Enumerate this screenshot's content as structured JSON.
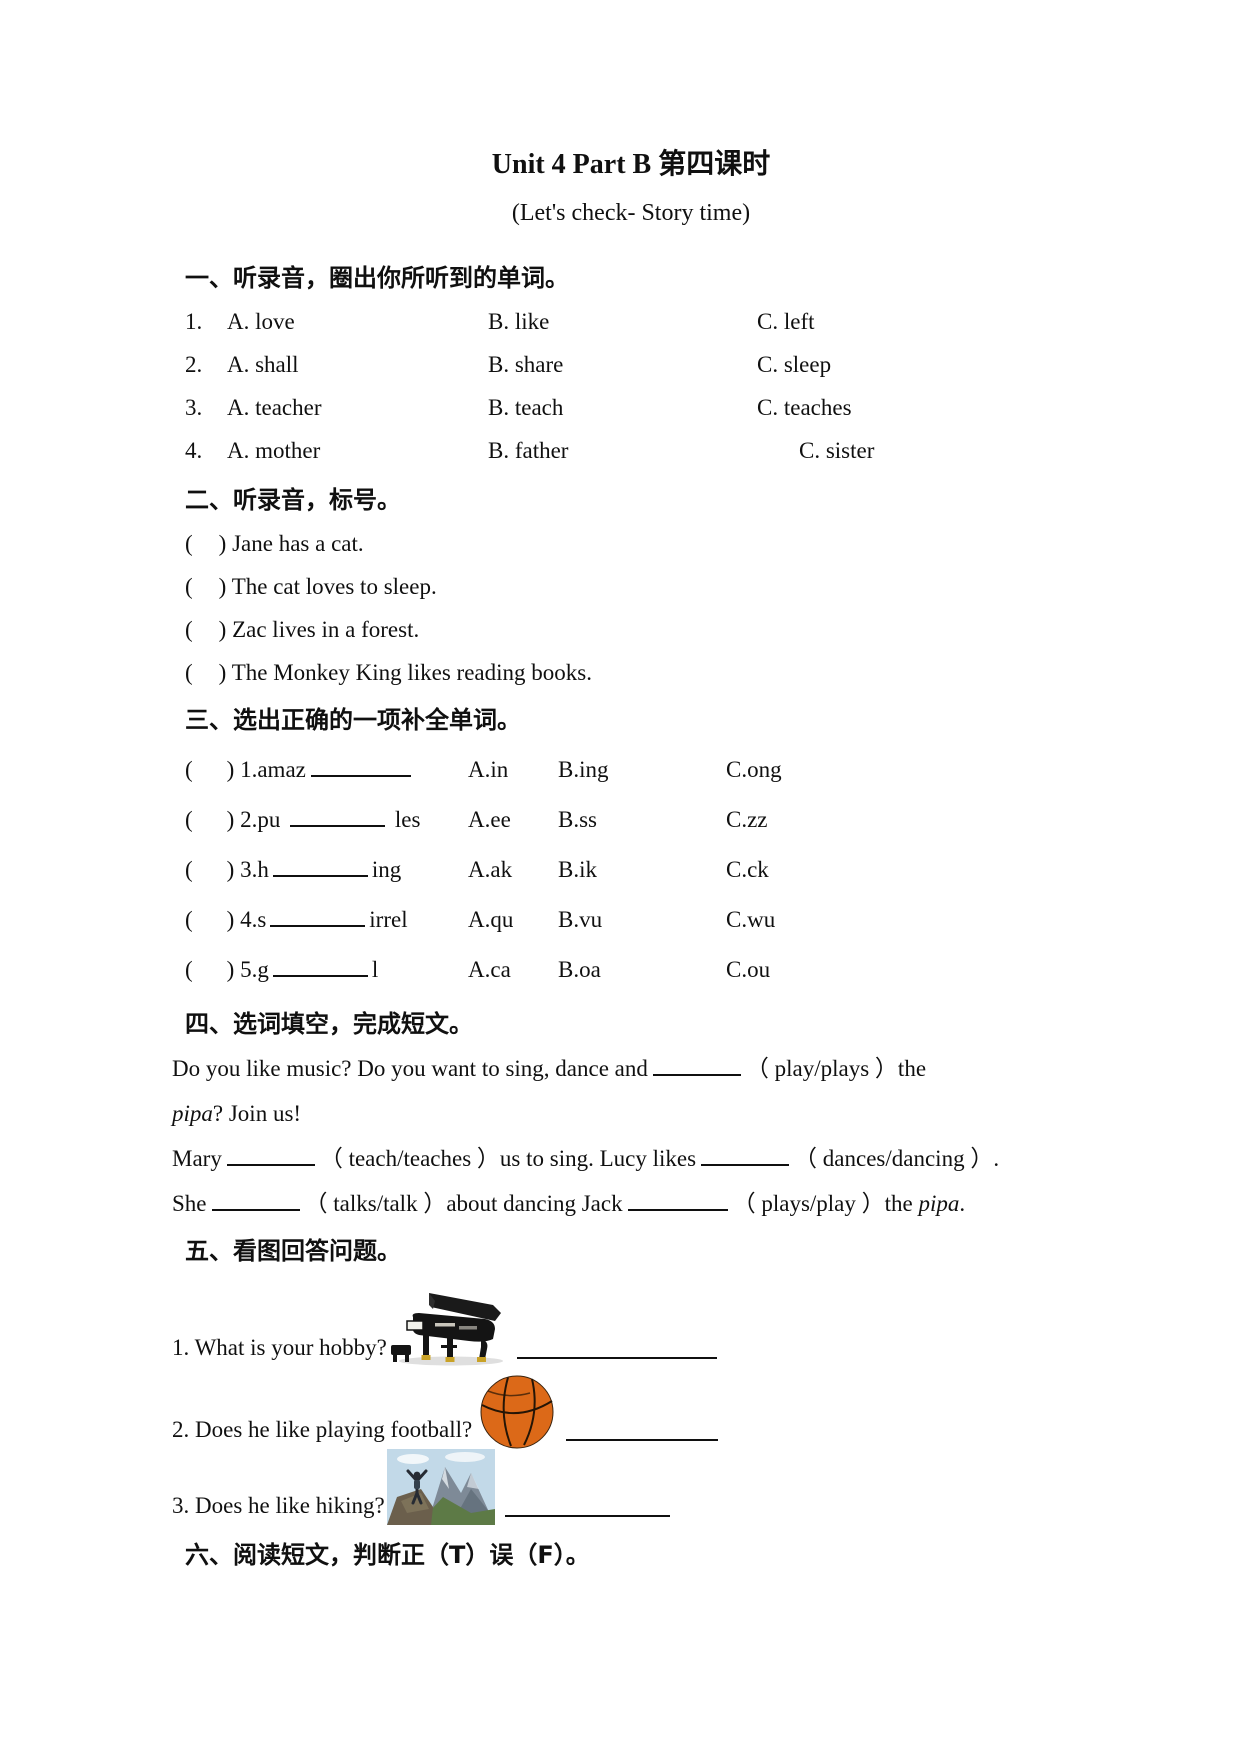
{
  "page": {
    "title": "Unit 4 Part B 第四课时",
    "subtitle": "(Let's check- Story time)"
  },
  "symbols": {
    "paren_open": "(",
    "paren_close": ")"
  },
  "section1": {
    "heading": "一、听录音，圈出你所听到的单词。",
    "rows": [
      {
        "num": "1.",
        "a": "A. love",
        "b": "B. like",
        "c": "C. left"
      },
      {
        "num": "2.",
        "a": "A. shall",
        "b": "B. share",
        "c": "C. sleep"
      },
      {
        "num": "3.",
        "a": "A. teacher",
        "b": "B. teach",
        "c": "C. teaches"
      },
      {
        "num": "4.",
        "a": "A. mother",
        "b": "B. father",
        "c": "C. sister"
      }
    ]
  },
  "section2": {
    "heading": "二、听录音，标号。",
    "items": [
      "Jane has a cat.",
      "The cat loves to sleep.",
      "Zac lives in a forest.",
      "The Monkey King likes reading books."
    ]
  },
  "section3": {
    "heading": "三、选出正确的一项补全单词。",
    "rows": [
      {
        "stem_pre": "1.amaz",
        "stem_post": "",
        "a": "A.in",
        "b": "B.ing",
        "c": "C.ong"
      },
      {
        "stem_pre": "2.pu ",
        "stem_post": " les",
        "a": "A.ee",
        "b": "B.ss",
        "c": "C.zz"
      },
      {
        "stem_pre": "3.h",
        "stem_post": "ing",
        "a": "A.ak",
        "b": "B.ik",
        "c": "C.ck"
      },
      {
        "stem_pre": "4.s",
        "stem_post": "irrel",
        "a": "A.qu",
        "b": "B.vu",
        "c": "C.wu"
      },
      {
        "stem_pre": "5.g",
        "stem_post": "l",
        "a": "A.ca",
        "b": "B.oa",
        "c": "C.ou"
      }
    ]
  },
  "section4": {
    "heading": "四、选词填空，完成短文。",
    "p1a": "Do you like music? Do you want to sing, dance and",
    "p1b": "（ play/plays ）the",
    "p2a": "pipa",
    "p2b": "? Join us!",
    "p3a": "Mary",
    "p3b": "（ teach/teaches ）us to sing. Lucy likes",
    "p3c": "（ dances/dancing ）.",
    "p4a": "She",
    "p4b": "（ talks/talk ）about dancing Jack",
    "p4c": "（ plays/play ）the ",
    "p4d": "pipa",
    "p4e": "."
  },
  "section5": {
    "heading": "五、看图回答问题。",
    "q1": "1. What is your hobby?",
    "q2": "2. Does he like playing football?",
    "q3": "3. Does he like hiking?",
    "images": {
      "q1_image": "grand-piano",
      "q2_image": "basketball",
      "q3_image": "hiking-photo"
    }
  },
  "section6": {
    "heading": "六、阅读短文，判断正（T）误（F）。"
  }
}
